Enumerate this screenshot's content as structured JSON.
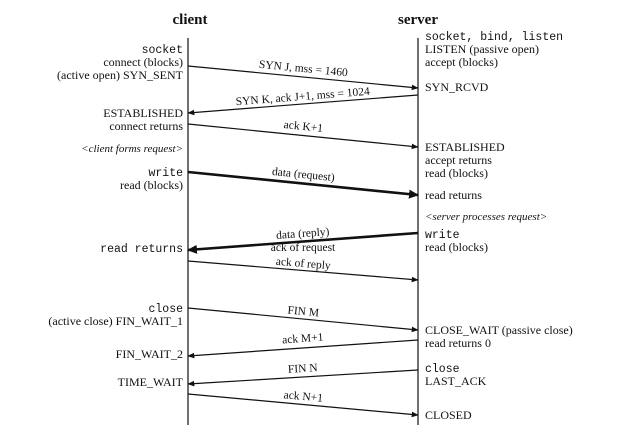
{
  "headers": {
    "client": "client",
    "server": "server"
  },
  "client_labels": [
    "socket",
    "connect (blocks)",
    "(active open) SYN_SENT",
    "ESTABLISHED",
    "connect returns",
    "<client forms request>",
    "write",
    "read (blocks)",
    "read returns",
    "close",
    "(active close) FIN_WAIT_1",
    "FIN_WAIT_2",
    "TIME_WAIT"
  ],
  "server_labels": [
    "socket, bind, listen",
    "LISTEN (passive open)",
    "accept (blocks)",
    "SYN_RCVD",
    "ESTABLISHED",
    "accept returns",
    "read (blocks)",
    "read returns",
    "<server processes request>",
    "write",
    "read (blocks)",
    "CLOSE_WAIT (passive close)",
    "read returns 0",
    "close",
    "LAST_ACK",
    "CLOSED"
  ],
  "messages": [
    "SYN J, mss = 1460",
    "SYN K, ack J+1, mss = 1024",
    "ack K+1",
    "data (request)",
    "data (reply)",
    "ack of request",
    "ack of reply",
    "FIN M",
    "ack M+1",
    "FIN N",
    "ack N+1"
  ]
}
